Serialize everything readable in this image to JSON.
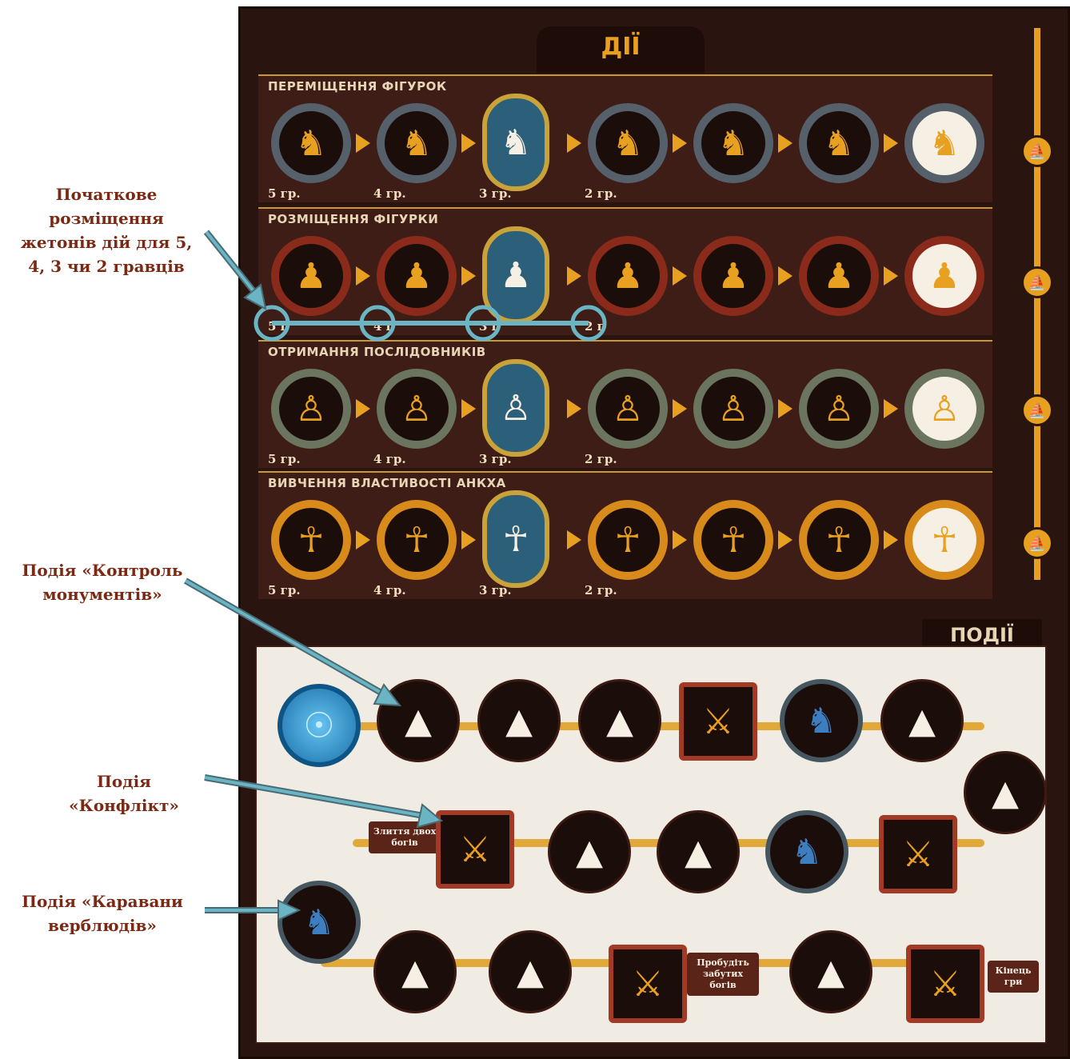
{
  "annotations": {
    "initial": [
      "Початкове",
      "розміщення",
      "жетонів дій для 5,",
      "4, 3 чи 2 гравців"
    ],
    "monuments": [
      "Подія «Контроль",
      "монументів»"
    ],
    "conflict": [
      "Подія",
      "«Конфлікт»"
    ],
    "caravans": [
      "Подія «Каравани",
      "верблюдів»"
    ]
  },
  "board": {
    "actions_title": "ДІЇ",
    "events_title": "ПОДІЇ",
    "rows": [
      {
        "label": "ПЕРЕМІЩЕННЯ ФІГУРОК",
        "p5": "5 гр.",
        "p4": "4 гр.",
        "p3": "3 гр.",
        "p2": "2 гр.",
        "icon": "camel-rider-icon",
        "color": "#55606b"
      },
      {
        "label": "РОЗМІЩЕННЯ ФІГУРКИ",
        "p5": "5 г",
        "p4": "4 г",
        "p3": "3 г",
        "p2": "2 г",
        "icon": "warrior-icon",
        "color": "#8a2a1a"
      },
      {
        "label": "ОТРИМАННЯ ПОСЛІДОВНИКІВ",
        "p5": "5 гр.",
        "p4": "4 гр.",
        "p3": "3 гр.",
        "p2": "2 гр.",
        "icon": "follower-icon",
        "color": "#6a745e"
      },
      {
        "label": "ВИВЧЕННЯ ВЛАСТИВОСТІ АНКХА",
        "p5": "5 гр.",
        "p4": "4 гр.",
        "p3": "3 гр.",
        "p2": "2 гр.",
        "icon": "ankh-icon",
        "color": "#d88a1a"
      }
    ],
    "notes": {
      "merge": "Злиття двох богів",
      "forgotten": "Пробудіть забутих богів",
      "end": "Кінець гри"
    }
  },
  "colors": {
    "accent": "#e8a020",
    "annotation": "#7a2a14",
    "highlight": "#6ab4c4"
  }
}
